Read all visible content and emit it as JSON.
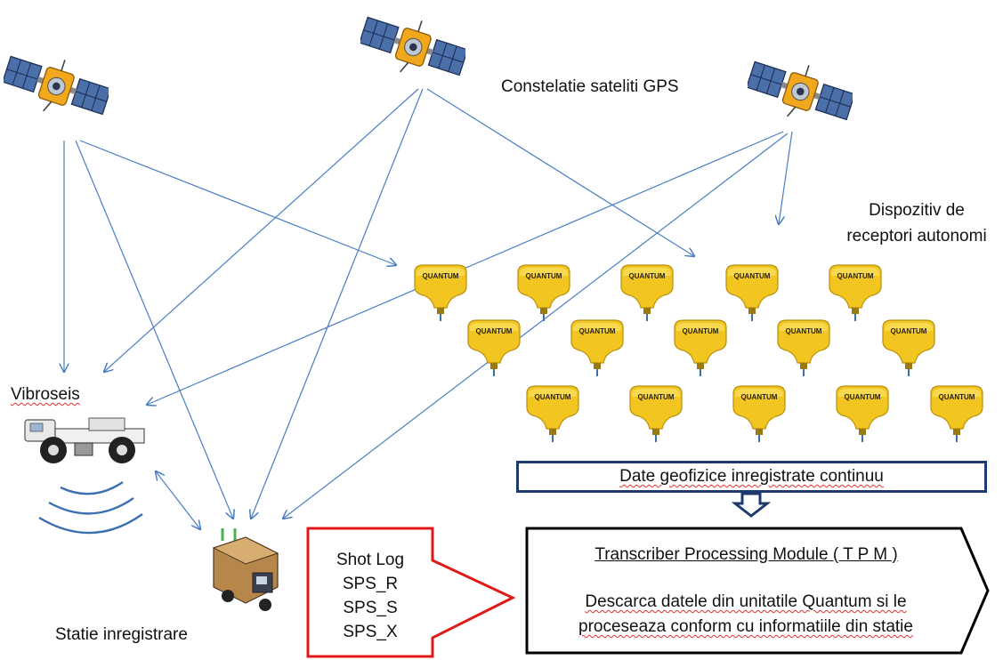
{
  "labels": {
    "constellation": "Constelatie sateliti GPS",
    "dispozitiv_line1": "Dispozitiv de",
    "dispozitiv_line2": "receptori autonomi",
    "vibroseis": "Vibroseis",
    "statie": "Statie inregistrare"
  },
  "data_box": {
    "text": "Date geofizice inregistrate continuu"
  },
  "shot_log": {
    "lines": [
      "Shot Log",
      "SPS_R",
      "SPS_S",
      "SPS_X"
    ]
  },
  "tpm": {
    "title": "Transcriber Processing Module ( T P M )",
    "desc_line1": "Descarca datele din unitatile Quantum si le",
    "desc_line2": "proceseaza conform cu informatiile din statie"
  },
  "receiver_brand": "QUANTUM",
  "colors": {
    "arrow": "#4a7ec4",
    "receiver": "#f2c521",
    "data_box_border": "#1f3a6e",
    "shot_log_arrow": "#e01818",
    "squiggle": "#e03030"
  },
  "icons": {
    "satellite": "gps-satellite-icon",
    "receiver": "quantum-receiver-node-icon",
    "vibroseis": "vibroseis-truck-icon",
    "recorder": "recording-truck-icon"
  }
}
